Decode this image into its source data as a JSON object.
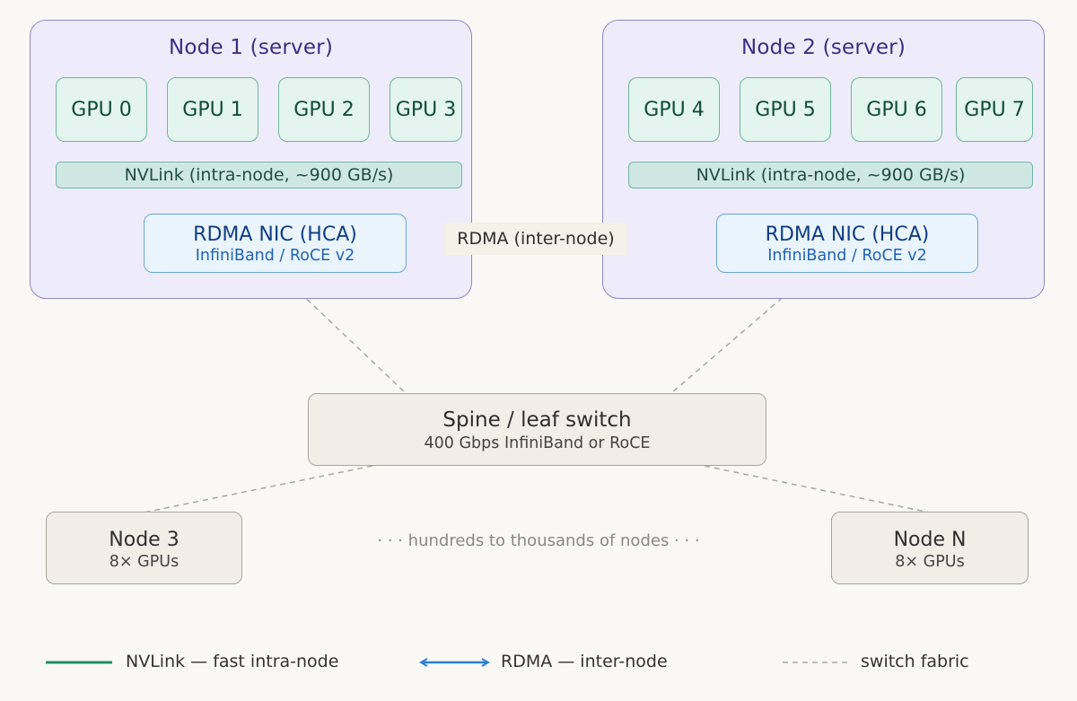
{
  "node1": {
    "title": "Node 1 (server)",
    "gpus": [
      "GPU 0",
      "GPU 1",
      "GPU 2",
      "GPU 3"
    ],
    "nvlink": "NVLink (intra-node, ~900 GB/s)",
    "nic": {
      "title": "RDMA NIC (HCA)",
      "subtitle": "InfiniBand / RoCE v2"
    }
  },
  "node2": {
    "title": "Node 2 (server)",
    "gpus": [
      "GPU 4",
      "GPU 5",
      "GPU 6",
      "GPU 7"
    ],
    "nvlink": "NVLink (intra-node, ~900 GB/s)",
    "nic": {
      "title": "RDMA NIC (HCA)",
      "subtitle": "InfiniBand / RoCE v2"
    }
  },
  "rdma_link": {
    "label": "RDMA (inter-node)"
  },
  "switch": {
    "title": "Spine / leaf switch",
    "subtitle": "400 Gbps InfiniBand or RoCE"
  },
  "node3": {
    "title": "Node 3",
    "subtitle": "8× GPUs"
  },
  "nodeN": {
    "title": "Node N",
    "subtitle": "8× GPUs"
  },
  "middle_text": "· · · hundreds to thousands of nodes · · ·",
  "legend": {
    "nvlink": "NVLink — fast intra-node",
    "rdma": "RDMA — inter-node",
    "fabric": "switch fabric"
  },
  "colors": {
    "nvlink_line": "#1f8f6a",
    "rdma_arrow": "#2a7fd4",
    "fabric_line": "#a9a7a1",
    "node_border": "#8f88c6"
  }
}
